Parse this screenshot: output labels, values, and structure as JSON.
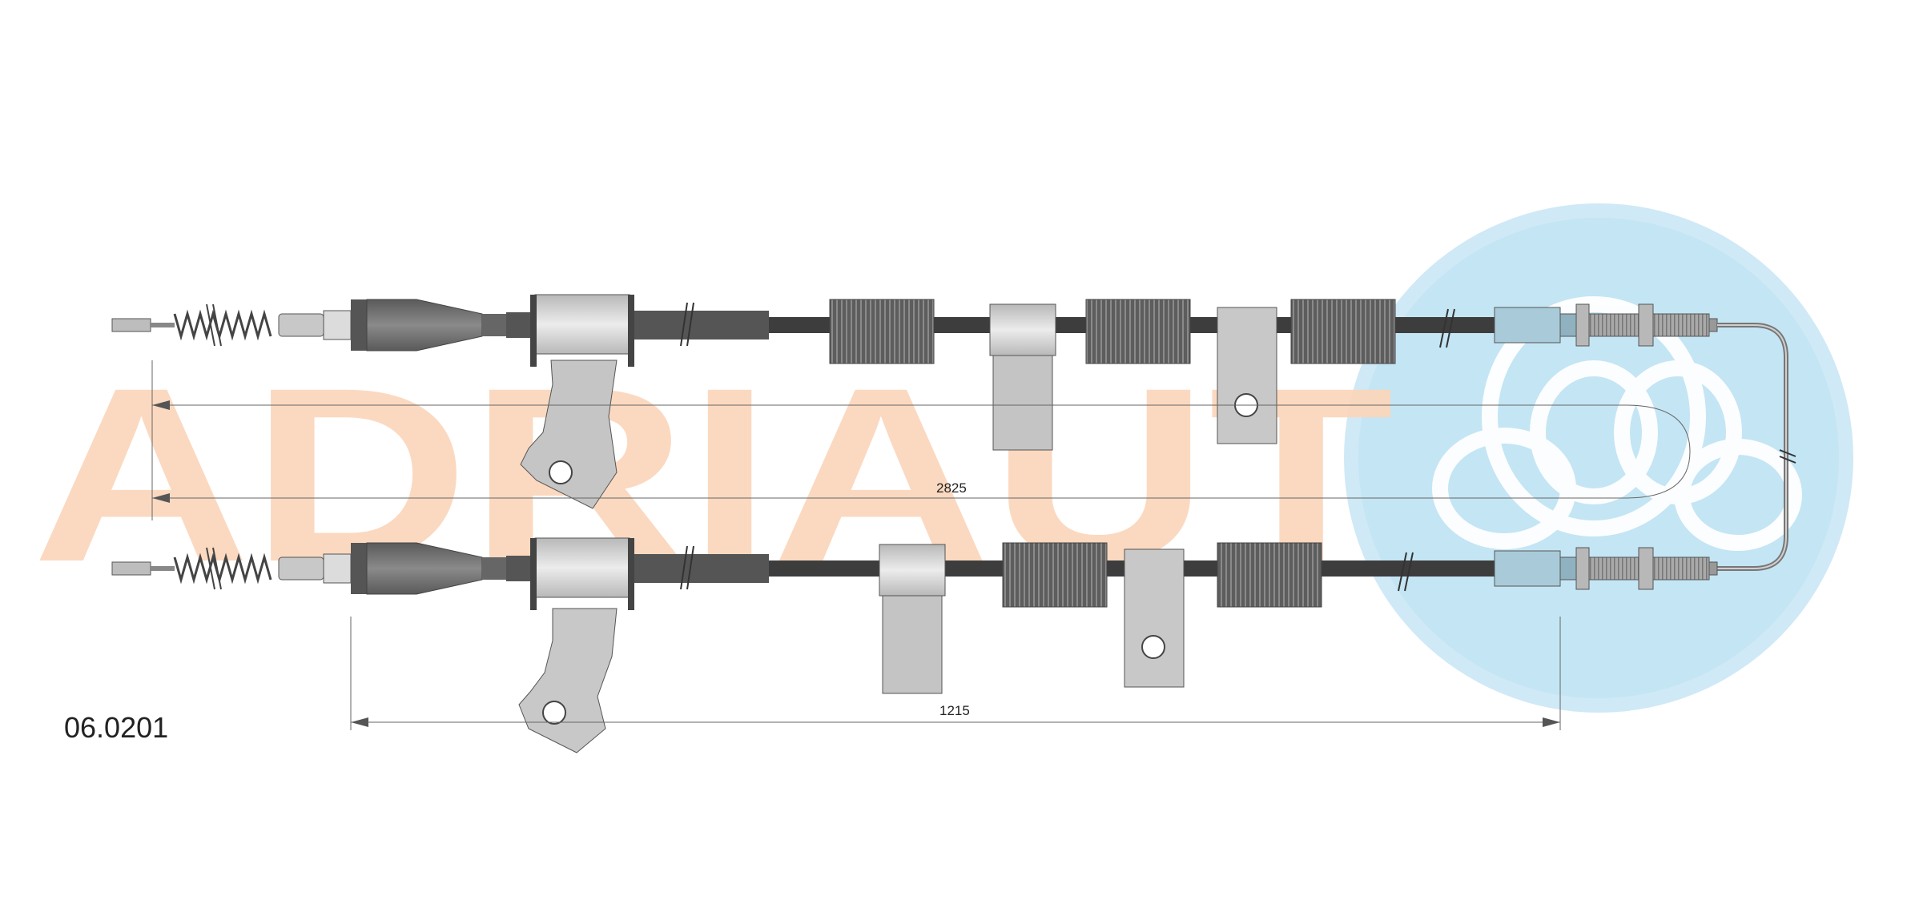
{
  "diagram": {
    "part_number": "06.0201",
    "dimension_total": "2825",
    "dimension_partial": "1215",
    "watermark": {
      "text": "ADRIAUT",
      "color": "#fbd8be",
      "logo_color": "#c6e6f5",
      "icon": "adriaut-logo-icon"
    },
    "colors": {
      "cable": "#3b3b3b",
      "sleeve": "#6e6e6e",
      "grip": "#5c5c5c",
      "bracket": "#cccccc",
      "fitting": "#a9cbd9",
      "thread": "#a8a8a8"
    }
  }
}
